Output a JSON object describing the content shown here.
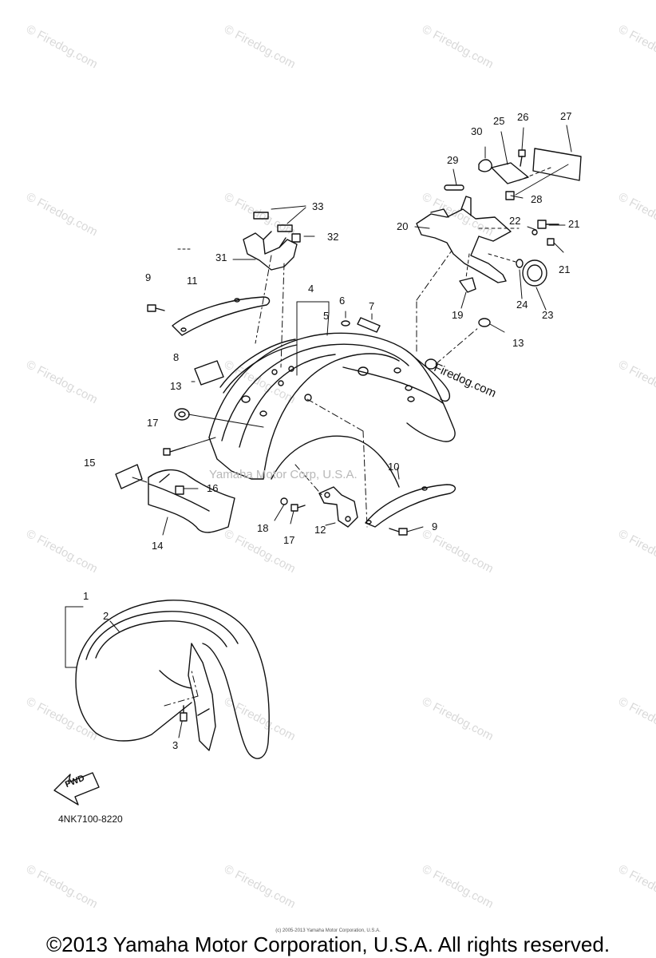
{
  "watermark_text": "© Firedog.com",
  "firedog_mark": "Firedog.com",
  "yamaha_mark": "Yamaha Motor Corp, U.S.A.",
  "diagram_code": "4NK7100-8220",
  "fwd_label": "FWD",
  "fine_print": "(c) 2005-2013 Yamaha Motor Corporation, U.S.A.",
  "copyright": "©2013 Yamaha Motor Corporation, U.S.A. All rights reserved.",
  "callouts": [
    "1",
    "2",
    "3",
    "4",
    "5",
    "6",
    "7",
    "8",
    "9",
    "9",
    "10",
    "11",
    "12",
    "13",
    "13",
    "14",
    "15",
    "16",
    "17",
    "17",
    "18",
    "19",
    "20",
    "21",
    "21",
    "22",
    "23",
    "24",
    "25",
    "26",
    "27",
    "28",
    "29",
    "30",
    "31",
    "32",
    "33"
  ],
  "colors": {
    "line": "#111111",
    "watermark": "#d9d9d9",
    "background": "#ffffff"
  }
}
